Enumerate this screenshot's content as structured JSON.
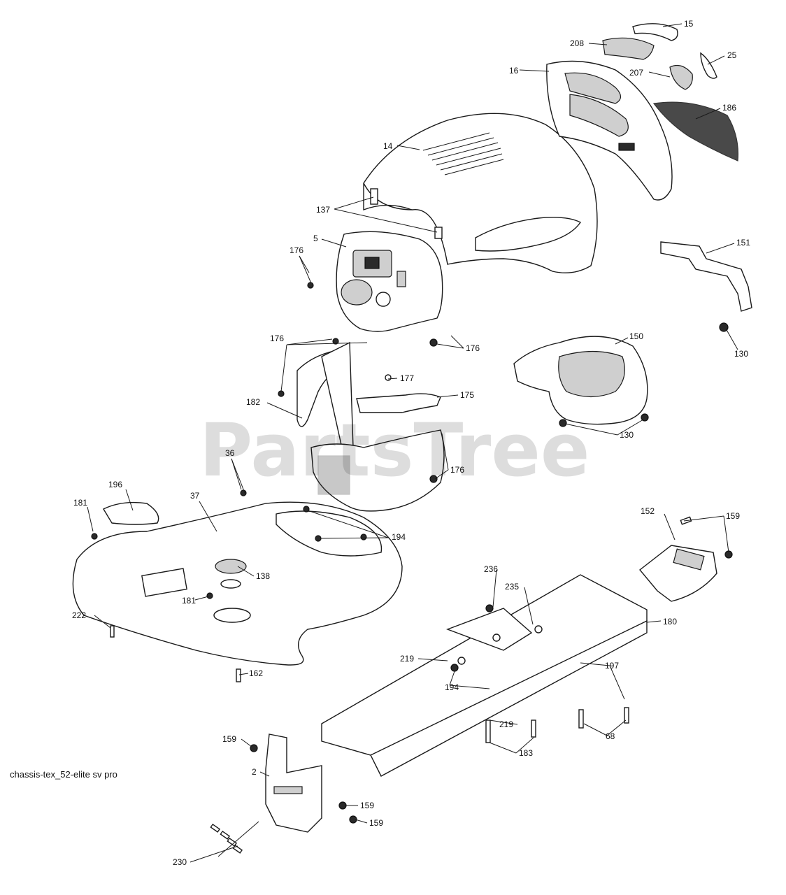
{
  "watermark": "PartsTree",
  "caption": "chassis-tex_52-elite sv pro",
  "callouts": {
    "c15": "15",
    "c208": "208",
    "c25": "25",
    "c16": "16",
    "c207": "207",
    "c186": "186",
    "c14": "14",
    "c137": "137",
    "c151": "151",
    "c5": "5",
    "c176a": "176",
    "c176b": "176",
    "c176c": "176",
    "c176d": "176",
    "c130a": "130",
    "c150": "150",
    "c177": "177",
    "c175": "175",
    "c182": "182",
    "c130b": "130",
    "c36": "36",
    "c196": "196",
    "c37": "37",
    "c181a": "181",
    "c194a": "194",
    "c152": "152",
    "c159a": "159",
    "c138": "138",
    "c236": "236",
    "c235": "235",
    "c181b": "181",
    "c222": "222",
    "c180": "180",
    "c219a": "219",
    "c197": "197",
    "c162": "162",
    "c194b": "194",
    "c219b": "219",
    "c68": "68",
    "c159b": "159",
    "c183": "183",
    "c2": "2",
    "c159c": "159",
    "c159d": "159",
    "c230": "230"
  }
}
